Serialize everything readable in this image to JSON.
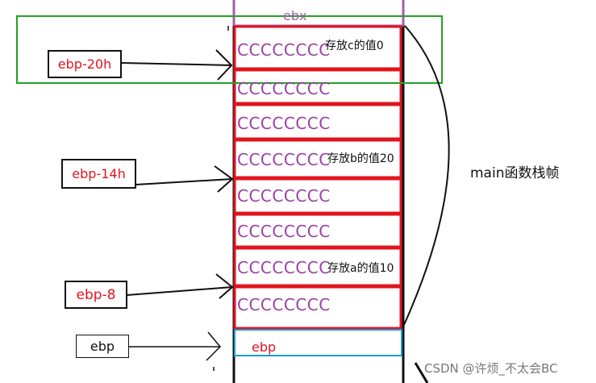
{
  "stack": {
    "top_label": "ebx",
    "bottom_label": "ebp",
    "cells": [
      {
        "text": "CCCCCCCC",
        "note": "存放c的值0"
      },
      {
        "text": "CCCCCCCC",
        "note": ""
      },
      {
        "text": "CCCCCCCC",
        "note": ""
      },
      {
        "text": "CCCCCCCC",
        "note": "存放b的值20"
      },
      {
        "text": "CCCCCCCC",
        "note": ""
      },
      {
        "text": "CCCCCCCC",
        "note": ""
      },
      {
        "text": "CCCCCCCC",
        "note": "存放a的值10"
      },
      {
        "text": "CCCCCCCC",
        "note": ""
      }
    ]
  },
  "pointers": {
    "ebp_20h": "ebp-20h",
    "ebp_14h": "ebp-14h",
    "ebp_8": "ebp-8",
    "ebp": "ebp"
  },
  "frame_label": "main函数栈帧",
  "watermark": "CSDN @许烦_不太会BC",
  "colors": {
    "cell_border": "#e0141e",
    "cell_text": "#9b3fa6",
    "highlight": "#21a321",
    "ebp_cell_border": "#1d9bd6",
    "top_border": "#a060a8"
  }
}
